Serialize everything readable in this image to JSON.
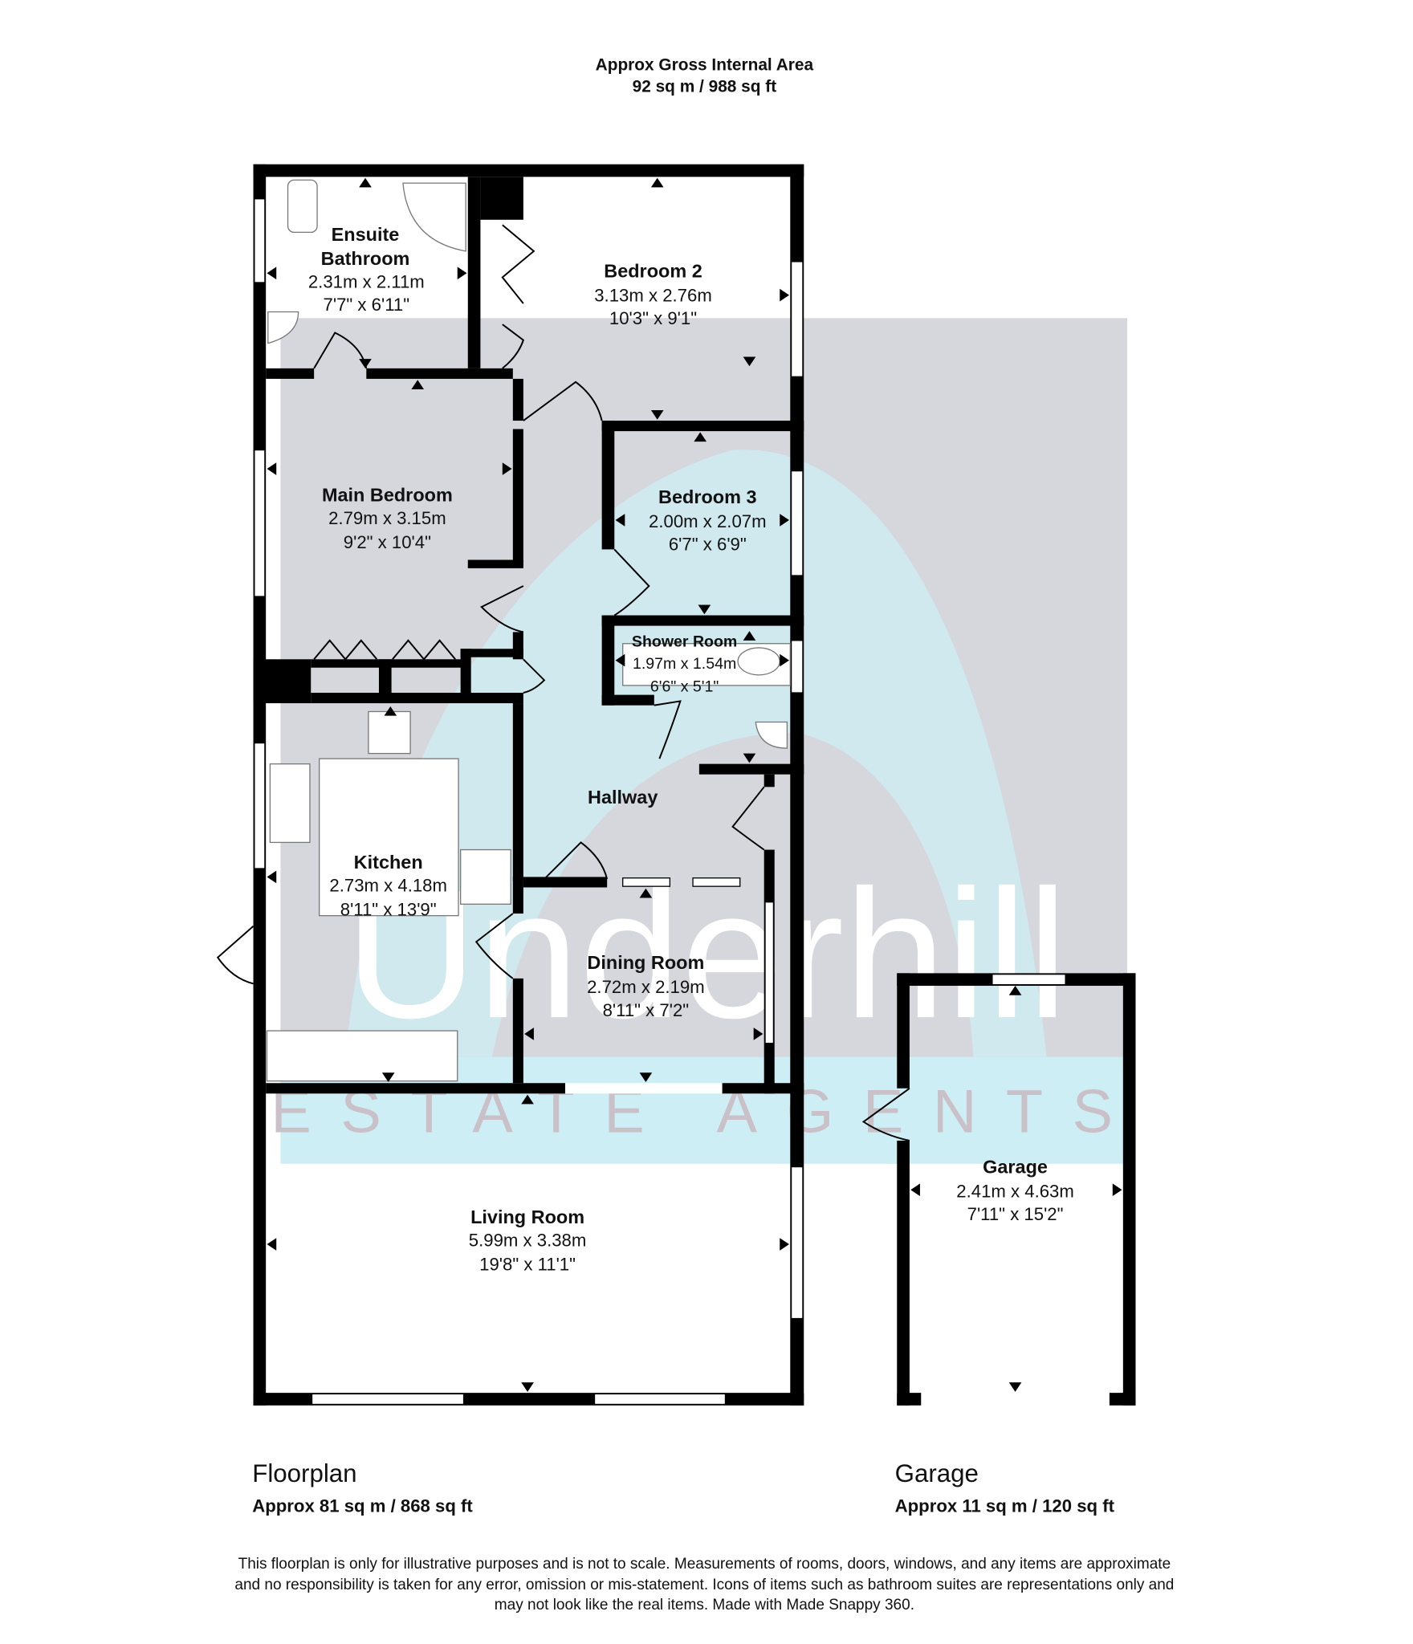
{
  "header": {
    "title": "Approx Gross Internal Area",
    "area": "92 sq m / 988 sq ft"
  },
  "watermark": {
    "brand": "Underhill",
    "tagline": "ESTATE AGENTS"
  },
  "rooms": {
    "ensuite": {
      "name1": "Ensuite",
      "name2": "Bathroom",
      "metric": "2.31m x 2.11m",
      "imperial": "7'7\" x 6'11\""
    },
    "bedroom2": {
      "name": "Bedroom 2",
      "metric": "3.13m x 2.76m",
      "imperial": "10'3\" x 9'1\""
    },
    "main_bedroom": {
      "name": "Main Bedroom",
      "metric": "2.79m x 3.15m",
      "imperial": "9'2\" x 10'4\""
    },
    "bedroom3": {
      "name": "Bedroom 3",
      "metric": "2.00m x 2.07m",
      "imperial": "6'7\" x 6'9\""
    },
    "shower_room": {
      "name": "Shower Room",
      "metric": "1.97m x 1.54m",
      "imperial": "6'6\" x 5'1\""
    },
    "hallway": {
      "name": "Hallway"
    },
    "kitchen": {
      "name": "Kitchen",
      "metric": "2.73m x 4.18m",
      "imperial": "8'11\" x 13'9\""
    },
    "dining_room": {
      "name": "Dining Room",
      "metric": "2.72m x 2.19m",
      "imperial": "8'11\" x 7'2\""
    },
    "living_room": {
      "name": "Living Room",
      "metric": "5.99m x 3.38m",
      "imperial": "19'8\" x 11'1\""
    },
    "garage": {
      "name": "Garage",
      "metric": "2.41m x 4.63m",
      "imperial": "7'11\" x 15'2\""
    }
  },
  "floors": [
    {
      "label": "Floorplan",
      "area": "Approx 81 sq m / 868 sq ft"
    },
    {
      "label": "Garage",
      "area": "Approx 11 sq m / 120 sq ft"
    }
  ],
  "disclaimer": [
    "This floorplan is only for illustrative purposes and is not to scale. Measurements of rooms, doors, windows, and any items are approximate",
    "and no responsibility is taken for any error, omission or mis-statement. Icons of items such as bathroom suites are representations only and",
    "may not look like the real items. Made with Made Snappy 360."
  ],
  "colors": {
    "wall": "#000000",
    "watermark_grey": "#d6d6dd",
    "watermark_cyan": "#cdeef4"
  }
}
